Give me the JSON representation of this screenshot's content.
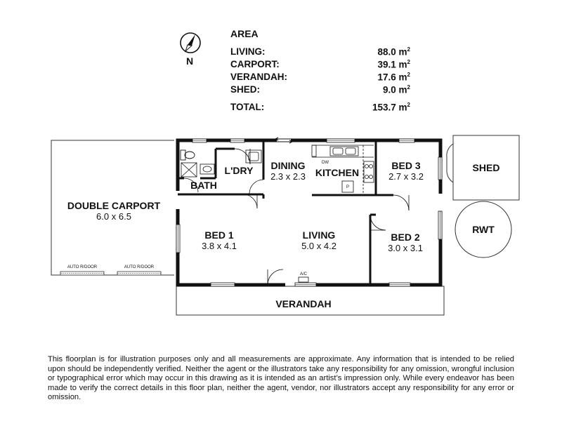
{
  "compass": {
    "label": "N"
  },
  "area": {
    "title": "AREA",
    "rows": [
      {
        "label": "LIVING:",
        "value": "88.0 m",
        "unit_sup": "2"
      },
      {
        "label": "CARPORT:",
        "value": "39.1 m",
        "unit_sup": "2"
      },
      {
        "label": "VERANDAH:",
        "value": "17.6 m",
        "unit_sup": "2"
      },
      {
        "label": "SHED:",
        "value": "9.0 m",
        "unit_sup": "2"
      }
    ],
    "total": {
      "label": "TOTAL:",
      "value": "153.7 m",
      "unit_sup": "2"
    }
  },
  "rooms": {
    "double_carport": {
      "name": "DOUBLE CARPORT",
      "dim": "6.0 x 6.5"
    },
    "bed1": {
      "name": "BED 1",
      "dim": "3.8 x 4.1"
    },
    "living": {
      "name": "LIVING",
      "dim": "5.0 x 4.2"
    },
    "bed2": {
      "name": "BED 2",
      "dim": "3.0 x 3.1"
    },
    "bed3": {
      "name": "BED 3",
      "dim": "2.7 x 3.2"
    },
    "dining": {
      "name": "DINING",
      "dim": "2.3 x 2.3"
    },
    "kitchen": {
      "name": "KITCHEN"
    },
    "laundry": {
      "name": "L'DRY"
    },
    "bath": {
      "name": "BATH"
    },
    "verandah": {
      "name": "VERANDAH"
    },
    "shed": {
      "name": "SHED"
    },
    "rwt": {
      "name": "RWT"
    }
  },
  "fixtures": {
    "auto_door_1": "AUTO R/DOOR",
    "auto_door_2": "AUTO R/DOOR",
    "dishwasher": "DW",
    "pantry": "P",
    "aircon": "A/C"
  },
  "disclaimer": "This floorplan is for illustration purposes only and all measurements are approximate. Any information that is intended to be relied upon should be independently verified. Neither the agent or the illustrators take any responsibility for any omission, wrongful inclusion or typographical error which may occur in this drawing as it is intended as an artist’s impression only. While every endeavor has been made to verify the correct details in this floor plan, neither the agent, vendor, nor illustrators accept any responsibility for any error or omission."
}
